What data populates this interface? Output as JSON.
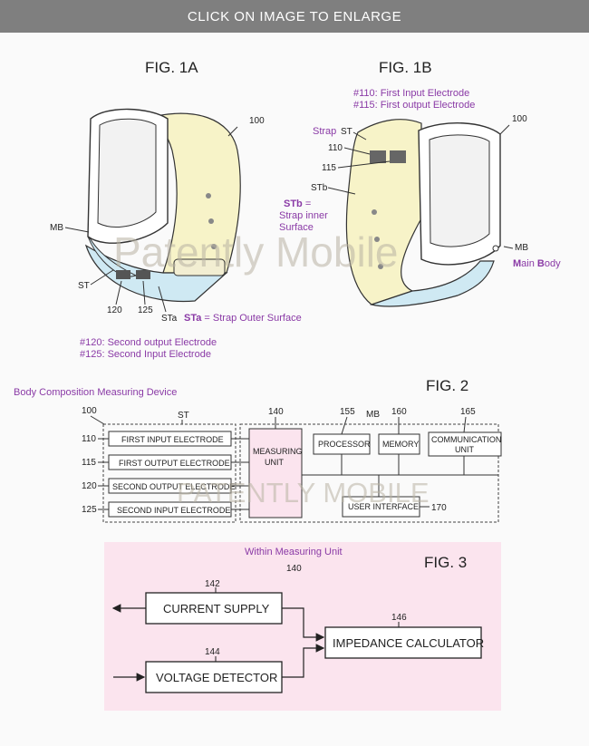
{
  "header": {
    "enlarge_label": "CLICK ON IMAGE TO ENLARGE"
  },
  "fig1a": {
    "title": "FIG. 1A",
    "ref_100": "100",
    "mb": "MB",
    "st": "ST",
    "ref_120": "120",
    "ref_125": "125",
    "sta": "STa",
    "sta_note_bold": "STa",
    "sta_note_rest": " = Strap Outer Surface",
    "note_120": "#120: Second output Electrode",
    "note_125": "#125: Second Input Electrode"
  },
  "fig1b": {
    "title": "FIG. 1B",
    "note_110": "#110: First Input Electrode",
    "note_115": "#115: First output Electrode",
    "strap_word": "Strap",
    "st": "ST",
    "ref_110": "110",
    "ref_115": "115",
    "stb": "STb",
    "ref_100": "100",
    "stb_bold": "STb",
    "stb_eq": " =",
    "stb_line2": "Strap inner",
    "stb_line3": "Surface",
    "mb": "MB",
    "main_body_m": "M",
    "main_body_ain": "ain ",
    "main_body_b": "B",
    "main_body_ody": "ody"
  },
  "fig2": {
    "title": "FIG. 2",
    "caption": "Body Composition Measuring Device",
    "ref_100": "100",
    "st": "ST",
    "ref_140": "140",
    "ref_155": "155",
    "mb": "MB",
    "ref_160": "160",
    "ref_165": "165",
    "ref_110": "110",
    "ref_115": "115",
    "ref_120": "120",
    "ref_125": "125",
    "ref_170": "170",
    "first_input": "FIRST INPUT ELECTRODE",
    "first_output": "FIRST OUTPUT ELECTRODE",
    "second_output": "SECOND OUTPUT ELECTRODE",
    "second_input": "SECOND INPUT ELECTRODE",
    "measuring_1": "MEASURING",
    "measuring_2": "UNIT",
    "processor": "PROCESSOR",
    "memory": "MEMORY",
    "comm_1": "COMMUNICATION",
    "comm_2": "UNIT",
    "user_interface": "USER INTERFACE"
  },
  "fig3": {
    "title": "FIG. 3",
    "caption": "Within Measuring Unit",
    "ref_140": "140",
    "ref_142": "142",
    "ref_144": "144",
    "ref_146": "146",
    "current_supply": "CURRENT SUPPLY",
    "voltage_detector": "VOLTAGE DETECTOR",
    "impedance_calc": "IMPEDANCE CALCULATOR"
  },
  "watermark": {
    "upper": "Patently Mobile",
    "lower": "PATENTLY MOBILE"
  },
  "colors": {
    "strap_inner": "#f7f3c8",
    "strap_outer": "#cfe9f3",
    "fig3_bg": "#fbe4ee",
    "annotation": "#8a3aa6"
  }
}
